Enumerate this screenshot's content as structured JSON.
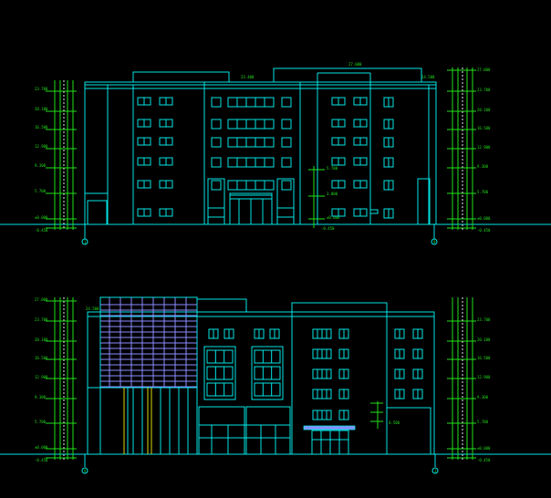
{
  "drawing": {
    "background": "#000000",
    "colors": {
      "outline": "#00e5e5",
      "annotation": "#22e01a",
      "mullion": "#8c8cff",
      "column": "#d8d800"
    },
    "elevations": [
      {
        "id": "front",
        "level_marks_left": [
          "23.700",
          "20.100",
          "16.500",
          "12.900",
          "9.300",
          "5.700",
          "±0.000",
          "-0.450"
        ],
        "level_marks_right": [
          "27.000",
          "23.700",
          "20.100",
          "16.500",
          "12.900",
          "9.300",
          "5.700",
          "±0.000",
          "-0.450"
        ],
        "roof_marks": [
          "23.400",
          "27.000",
          "24.500"
        ],
        "mid_marks": [
          "5.700",
          "3.000",
          "±0.000",
          "-0.450"
        ],
        "axis_left": "1",
        "axis_right": "9"
      },
      {
        "id": "rear",
        "level_marks_left": [
          "27.000",
          "23.700",
          "20.100",
          "16.500",
          "12.900",
          "9.300",
          "5.700",
          "±0.000",
          "-0.450"
        ],
        "level_marks_right": [
          "23.700",
          "20.100",
          "16.500",
          "12.900",
          "9.300",
          "5.700",
          "±0.000",
          "-0.450"
        ],
        "roof_marks": [
          "24.500"
        ],
        "mid_marks": [
          "4.500"
        ],
        "axis_left": "9",
        "axis_right": "1"
      }
    ]
  }
}
